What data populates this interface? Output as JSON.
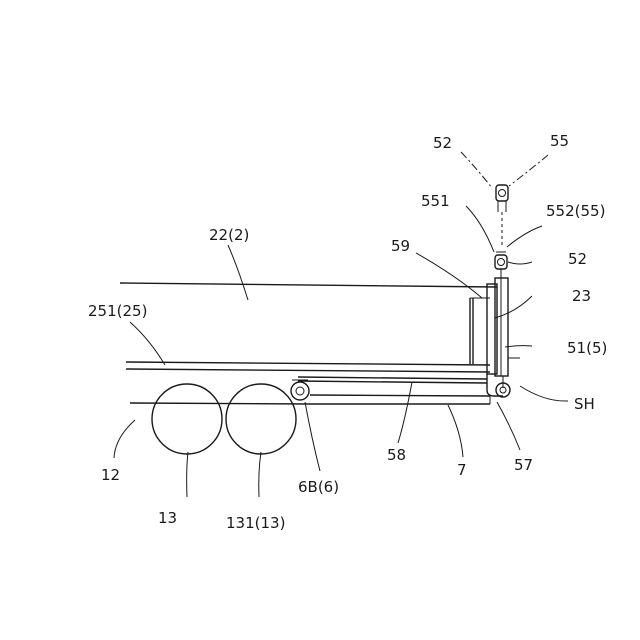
{
  "labels": {
    "l52_top": "52",
    "l55": "55",
    "l551": "551",
    "l552": "552(55)",
    "l22": "22(2)",
    "l59": "59",
    "l52_right": "52",
    "l23": "23",
    "l251": "251(25)",
    "l51": "51(5)",
    "lSH": "SH",
    "l12": "12",
    "l13": "13",
    "l131": "131(13)",
    "l6B": "6B(6)",
    "l58": "58",
    "l7": "7",
    "l57": "57"
  }
}
